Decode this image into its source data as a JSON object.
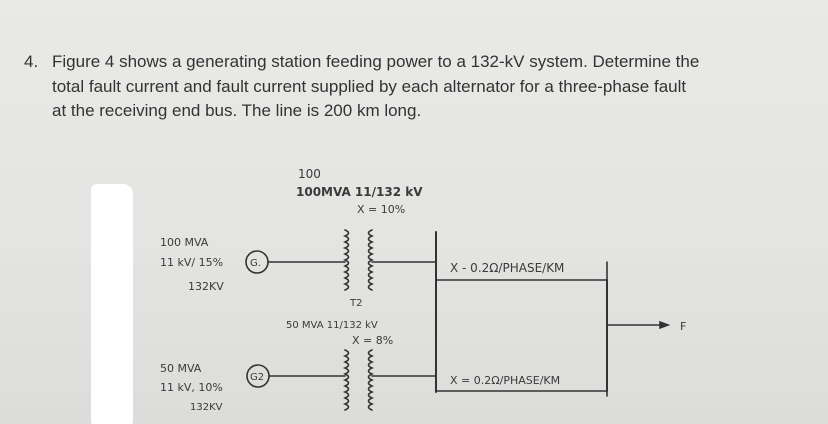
{
  "question": {
    "number": "4.",
    "line1": "Figure 4 shows a generating station feeding power to a 132-kV system. Determine the",
    "line2": "total fault current and fault current supplied by each alternator for a three-phase fault",
    "line3": "at the receiving end bus. The line is 200 km long."
  },
  "figure": {
    "g1": {
      "label": "G.",
      "rating": "100 MVA",
      "voltage": "11 kV/ 15%",
      "secondary": "132KV"
    },
    "g2": {
      "label": "G2",
      "rating": "50 MVA",
      "voltage": "11 kV, 10%",
      "secondary": "132KV"
    },
    "t1": {
      "top": "100",
      "rating": "100MVA 11/132 kV",
      "reactance": "X = 10%"
    },
    "t2": {
      "label": "T2",
      "rating": "50 MVA 11/132 kV",
      "reactance": "X = 8%"
    },
    "line1": "X - 0.2Ω/PHASE/KM",
    "line2": "X = 0.2Ω/PHASE/KM",
    "fault": "F"
  }
}
